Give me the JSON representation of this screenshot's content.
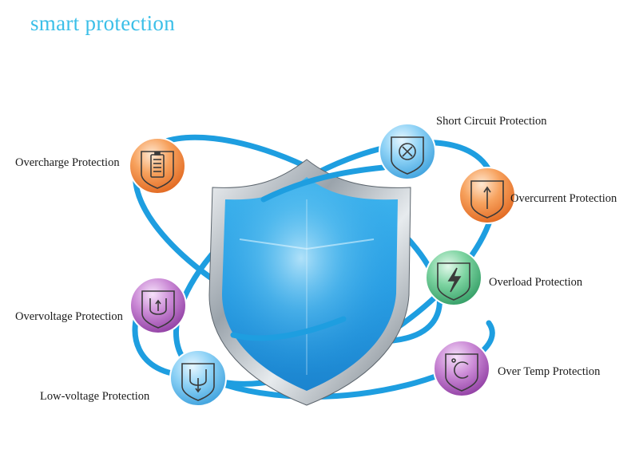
{
  "page": {
    "title": "smart protection",
    "accent_color": "#3bbfe8"
  },
  "protections": [
    {
      "label": "Overcharge Protection",
      "icon": "battery-icon",
      "color": "orange"
    },
    {
      "label": "Short Circuit Protection",
      "icon": "short-circuit-icon",
      "color": "blue"
    },
    {
      "label": "Overcurrent Protection",
      "icon": "overcurrent-icon",
      "color": "orange"
    },
    {
      "label": "Overload Protection",
      "icon": "lightning-icon",
      "color": "green"
    },
    {
      "label": "Overvoltage Protection",
      "icon": "overvoltage-icon",
      "color": "purple"
    },
    {
      "label": "Low-voltage Protection",
      "icon": "low-voltage-icon",
      "color": "blue"
    },
    {
      "label": "Over Temp Protection",
      "icon": "temperature-icon",
      "color": "purple"
    }
  ],
  "colors": {
    "orbit": "#1e9ee0",
    "shield_blue": "#3fb0ea",
    "orange": "#f08a3c",
    "blue": "#6cc3f0",
    "green": "#5cc08a",
    "purple": "#b563c2"
  }
}
